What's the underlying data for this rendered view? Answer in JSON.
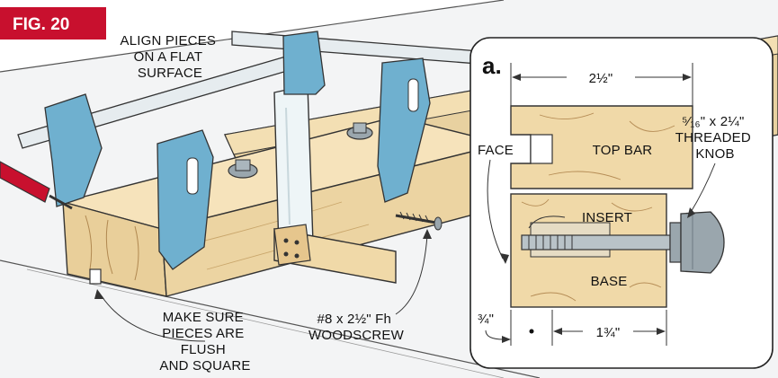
{
  "figure": {
    "number": "FIG. 20",
    "badge_color": "#c8102e",
    "wood_color": "#f0d9a8",
    "clamp_color": "#6fb0cf",
    "knob_color": "#9aa6ad"
  },
  "callouts": {
    "align": [
      "ALIGN PIECES",
      "ON A FLAT",
      "SURFACE"
    ],
    "flush": [
      "MAKE SURE",
      "PIECES ARE",
      "FLUSH",
      "AND SQUARE"
    ],
    "screw": [
      "#8 x 2½\" Fh",
      "WOODSCREW"
    ]
  },
  "detail": {
    "label": "a.",
    "width_dim": "2½\"",
    "top_bar": "TOP BAR",
    "face": "FACE",
    "insert": "INSERT",
    "base": "BASE",
    "knob": [
      "⁵⁄₁₆\" x 2¼\"",
      "THREADED",
      "KNOB"
    ],
    "left_dim": "¾\"",
    "bottom_dim": "1¾\""
  }
}
